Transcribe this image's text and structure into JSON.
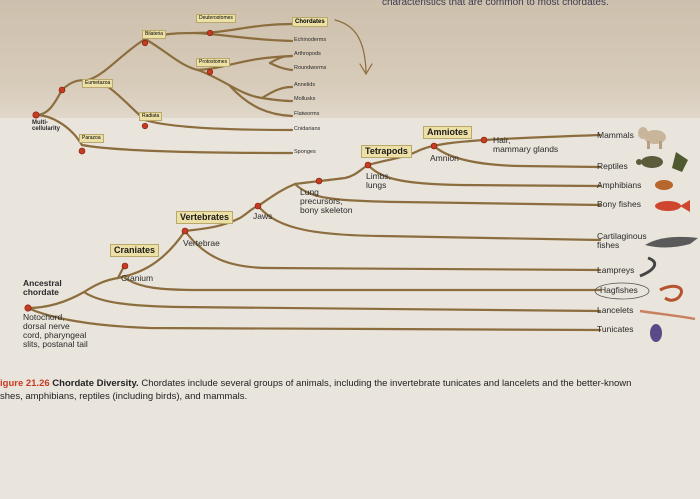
{
  "header": {
    "text": "characteristics that are common to most chordates."
  },
  "upper_tree": {
    "nodes": {
      "multicellularity": "Multi-\ncellularity",
      "parazoa": "Parazoa",
      "eumetazoa": "Eumetazoa",
      "radiata": "Radiata",
      "bilateria": "Bilateria",
      "deuterostomes": "Deuterostomes",
      "protostomes": "Protostomes"
    },
    "taxa": {
      "chordates": "Chordates",
      "echinoderms": "Echinoderms",
      "arthropods": "Arthropods",
      "roundworms": "Roundworms",
      "annelids": "Annelids",
      "mollusks": "Mollusks",
      "flatworms": "Flatworms",
      "cnidarians": "Cnidarians",
      "sponges": "Sponges"
    }
  },
  "lower_tree": {
    "groups": {
      "amniotes": "Amniotes",
      "tetrapods": "Tetrapods",
      "vertebrates": "Vertebrates",
      "craniates": "Craniates"
    },
    "traits": {
      "hair": "Hair,\nmammary glands",
      "amnion": "Amnion",
      "limbs": "Limbs,\nlungs",
      "lung_precursors": "Lung\nprecursors,\nbony skeleton",
      "jaws": "Jaws",
      "vertebrae": "Vertebrae",
      "cranium": "Cranium",
      "ancestral": "Ancestral\nchordate",
      "notochord": "Notochord,\ndorsal nerve\ncord, pharyngeal\nslits, postanal tail"
    },
    "taxa": {
      "mammals": "Mammals",
      "reptiles": "Reptiles",
      "amphibians": "Amphibians",
      "bony_fishes": "Bony fishes",
      "cartilaginous": "Cartilaginous\nfishes",
      "lampreys": "Lampreys",
      "hagfishes": "Hagfishes",
      "lancelets": "Lancelets",
      "tunicates": "Tunicates"
    }
  },
  "caption": {
    "figure": "igure 21.26",
    "title": "Chordate Diversity.",
    "body": "Chordates include several groups of animals, including the invertebrate tunicates and lancelets and the better-known",
    "line2": "shes, amphibians, reptiles (including birds), and mammals."
  },
  "colors": {
    "branch": "#8c6d3e",
    "node": "#c63b22",
    "box_fill": "#ede0a6",
    "figure_label": "#c63b22"
  }
}
